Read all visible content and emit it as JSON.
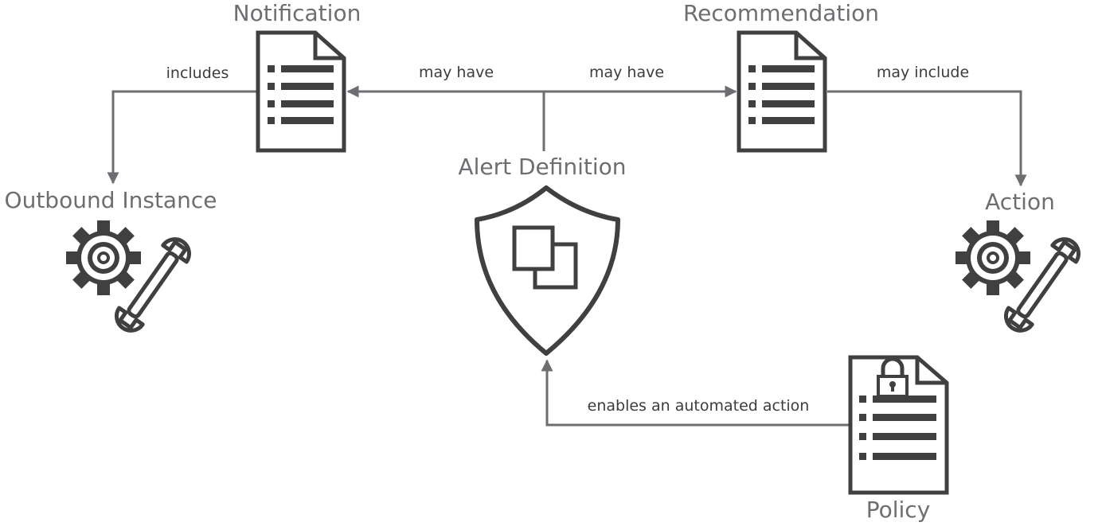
{
  "nodes": {
    "notification": "Notification",
    "recommendation": "Recommendation",
    "alert_definition": "Alert Definition",
    "outbound_instance": "Outbound Instance",
    "action": "Action",
    "policy": "Policy"
  },
  "edges": {
    "includes": "includes",
    "may_have_left": "may have",
    "may_have_right": "may have",
    "may_include": "may include",
    "enables": "enables an automated action"
  },
  "icons": {
    "notification": "document-list-icon",
    "recommendation": "document-list-icon",
    "alert_definition": "shield-icon",
    "outbound_instance": "gear-wrench-icon",
    "action": "gear-wrench-icon",
    "policy": "locked-document-icon"
  },
  "colors": {
    "title": "#6d6e71",
    "label": "#3c3c3c",
    "line": "#6d6e71",
    "icon": "#404040"
  }
}
